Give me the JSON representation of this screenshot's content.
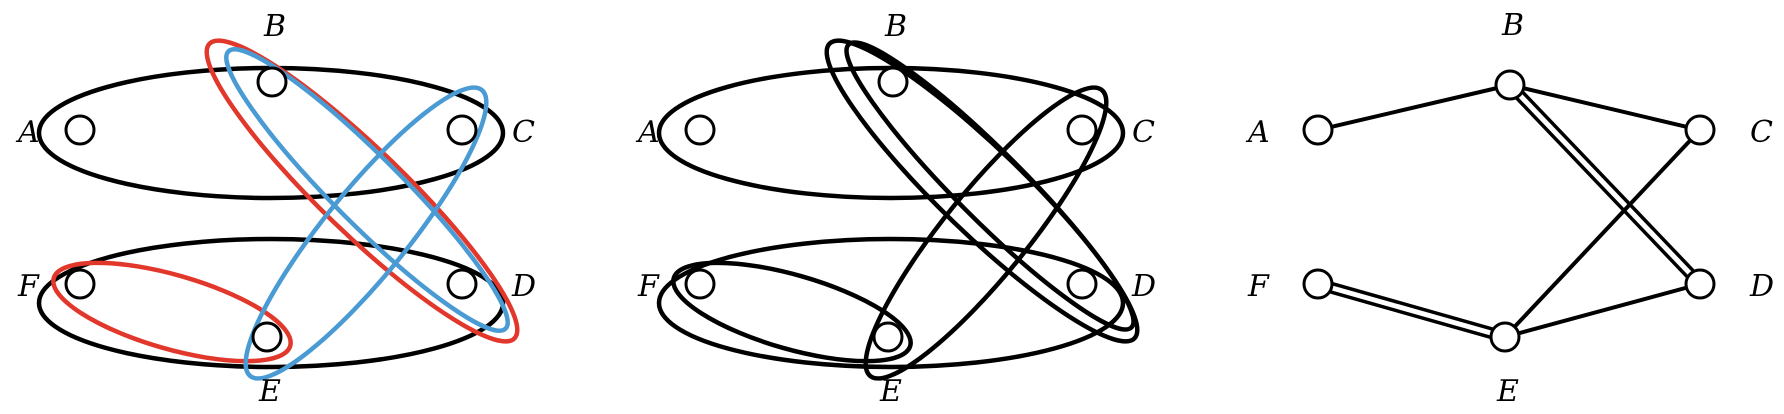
{
  "colors": {
    "black": "#000000",
    "red": "#e2372b",
    "blue": "#4a9bd4"
  },
  "panels": [
    {
      "id": "colored-hypergraph",
      "vertex_labels": {
        "A": "A",
        "B": "B",
        "C": "C",
        "D": "D",
        "E": "E",
        "F": "F"
      },
      "hyperedges": [
        {
          "members": [
            "A",
            "B",
            "C"
          ],
          "color": "black"
        },
        {
          "members": [
            "F",
            "E",
            "D"
          ],
          "color": "black"
        },
        {
          "members": [
            "B",
            "D"
          ],
          "color": "red"
        },
        {
          "members": [
            "F",
            "E"
          ],
          "color": "red"
        },
        {
          "members": [
            "B",
            "D"
          ],
          "color": "blue"
        },
        {
          "members": [
            "E",
            "C"
          ],
          "color": "blue"
        }
      ]
    },
    {
      "id": "black-hypergraph",
      "vertex_labels": {
        "A": "A",
        "B": "B",
        "C": "C",
        "D": "D",
        "E": "E",
        "F": "F"
      },
      "hyperedges": [
        {
          "members": [
            "A",
            "B",
            "C"
          ],
          "color": "black"
        },
        {
          "members": [
            "F",
            "E",
            "D"
          ],
          "color": "black"
        },
        {
          "members": [
            "B",
            "D"
          ],
          "color": "black"
        },
        {
          "members": [
            "B",
            "D"
          ],
          "color": "black"
        },
        {
          "members": [
            "F",
            "E"
          ],
          "color": "black"
        },
        {
          "members": [
            "E",
            "C"
          ],
          "color": "black"
        }
      ]
    },
    {
      "id": "graph",
      "vertex_labels": {
        "A": "A",
        "B": "B",
        "C": "C",
        "D": "D",
        "E": "E",
        "F": "F"
      },
      "edges": [
        {
          "from": "A",
          "to": "B",
          "multiplicity": 1
        },
        {
          "from": "B",
          "to": "C",
          "multiplicity": 1
        },
        {
          "from": "B",
          "to": "D",
          "multiplicity": 2
        },
        {
          "from": "C",
          "to": "E",
          "multiplicity": 1
        },
        {
          "from": "E",
          "to": "D",
          "multiplicity": 1
        },
        {
          "from": "F",
          "to": "E",
          "multiplicity": 2
        }
      ]
    }
  ]
}
